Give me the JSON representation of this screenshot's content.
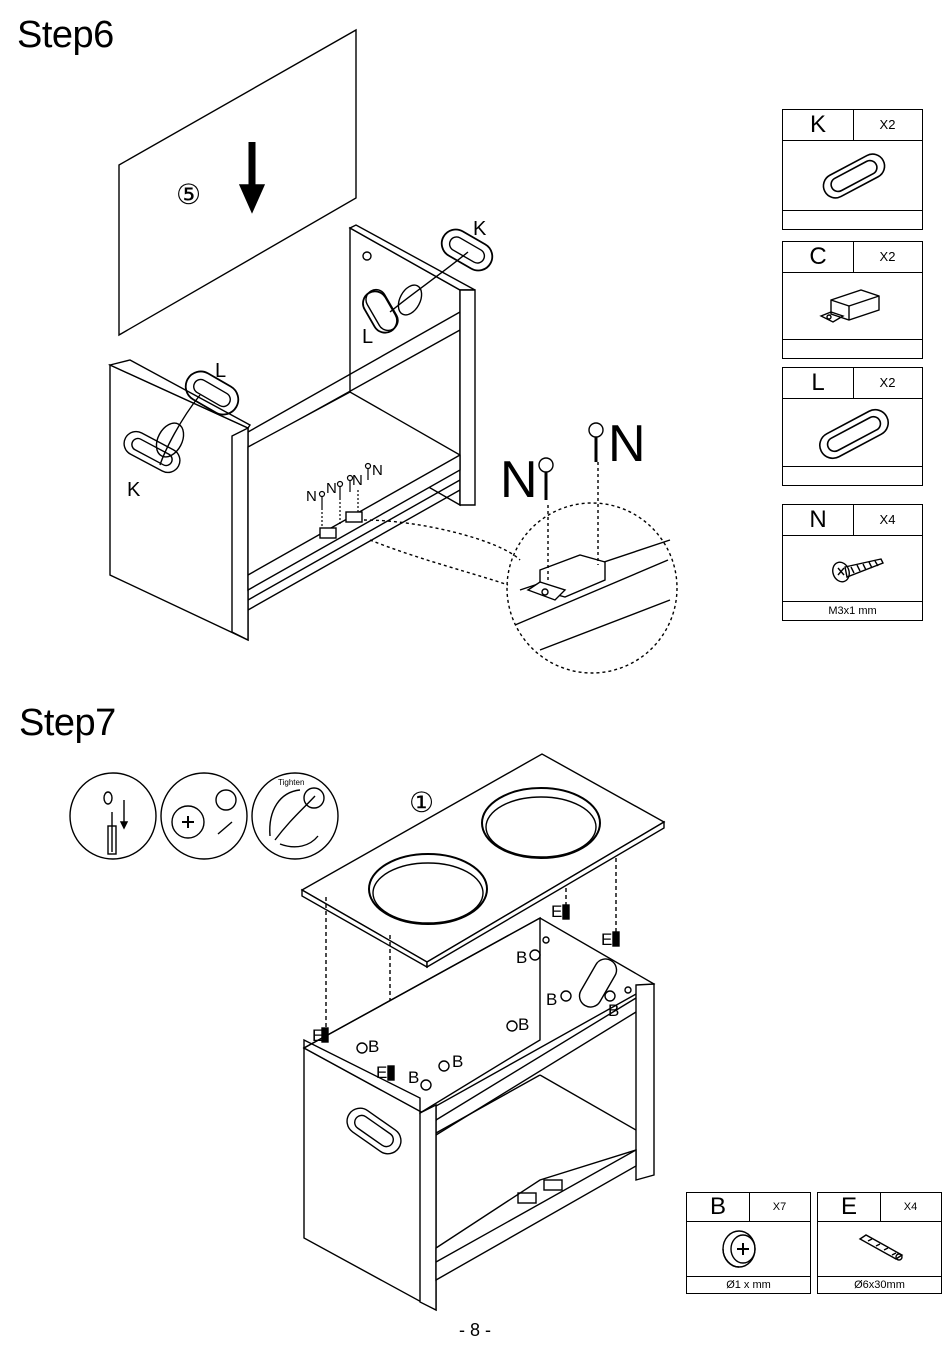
{
  "step6": {
    "title": "Step",
    "number": "6",
    "panel_marker": "⑤",
    "labels": {
      "K_top": "K",
      "L_left": "L",
      "L_right": "L",
      "K_left": "K",
      "N_small1": "N",
      "N_small2": "N",
      "N_small3": "N",
      "N_small4": "N",
      "N_big1": "N",
      "N_big2": "N"
    }
  },
  "parts_step6": [
    {
      "letter": "K",
      "qty": "X2",
      "footer": "",
      "icon": "oval-handle-icon"
    },
    {
      "letter": "C",
      "qty": "X2",
      "footer": "",
      "icon": "magnet-catch-icon"
    },
    {
      "letter": "L",
      "qty": "X2",
      "footer": "",
      "icon": "oval-handle-icon"
    },
    {
      "letter": "N",
      "qty": "X4",
      "footer": "M3x1  mm",
      "icon": "screw-icon"
    }
  ],
  "step7": {
    "title": "Step7",
    "panel_marker": "①",
    "tighten_text": "Tighten",
    "labels": {
      "E1": "E",
      "E2": "E",
      "E3": "E",
      "E4": "E",
      "B1": "B",
      "B2": "B",
      "B3": "B",
      "B4": "B",
      "B5": "B",
      "B6": "B",
      "B7": "B"
    }
  },
  "parts_step7": [
    {
      "letter": "B",
      "qty": "X7",
      "footer": "Ø1 x    mm",
      "icon": "cam-lock-icon"
    },
    {
      "letter": "E",
      "qty": "X4",
      "footer": "Ø6x30mm",
      "icon": "dowel-icon"
    }
  ],
  "page_number": "- 8 -"
}
